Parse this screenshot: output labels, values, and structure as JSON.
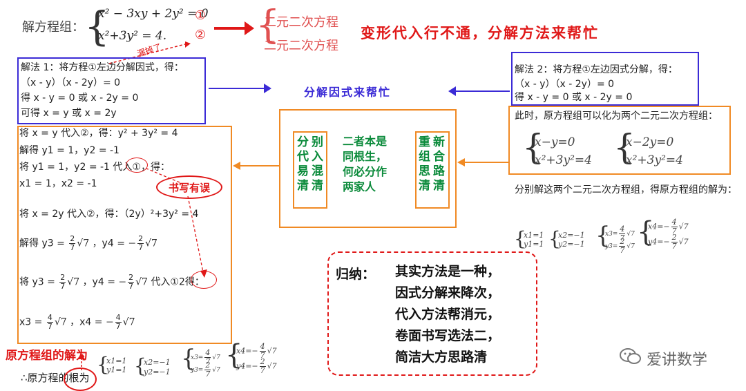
{
  "header": {
    "title": "解方程组：",
    "eq1": "x² − 3xy + 2y² = 0",
    "eq2": "x²+3y² = 4.",
    "marker1": "①",
    "marker2": "②",
    "type1": "二元二次方程",
    "type2": "二元二次方程",
    "slogan": "变形代入行不通，分解方法来帮忙",
    "slanted_note": "漏掉了"
  },
  "center": {
    "title": "分解因式来帮忙",
    "left_col1": [
      "分",
      "代",
      "易",
      "清"
    ],
    "left_col2": [
      "别",
      "入",
      "混",
      "清"
    ],
    "middle_text": [
      "二者本是",
      "同根生，",
      "何必分作",
      "两家人"
    ],
    "right_col1": [
      "重",
      "组",
      "思",
      "清"
    ],
    "right_col2": [
      "新",
      "合",
      "路",
      "清"
    ]
  },
  "method1": {
    "lines": [
      "解法 1：将方程①左边分解因式，得：",
      "（x - y）（x - 2y）= 0",
      "得 x - y = 0 或 x - 2y = 0",
      "可得 x = y 或 x = 2y"
    ]
  },
  "method2": {
    "lines": [
      "解法 2：将方程①左边因式分解，得：",
      "（x - y）（x - 2y）= 0",
      "得 x - y = 0 或 x - 2y = 0"
    ],
    "intro": "此时，原方程组可以化为两个二元二次方程组：",
    "sys1a": "x−y=0",
    "sys1b": "x²+3y²=4",
    "sys2a": "x−2y=0",
    "sys2b": "x²+3y²=4",
    "solve_note": "分别解这两个二元二次方程组，得原方程组的解为："
  },
  "solution": {
    "l1": "将 x = y 代入②，得：y² + 3y² = 4",
    "l2": "解得 y1 = 1，y2 = -1",
    "l3": "将 y1 = 1，y2 = -1 代入①，得：",
    "l4": "x1 = 1，x2 = -1",
    "l5": "将 x = 2y 代入②，得：（2y）²+3y² = 4",
    "l6a": "解得 y3 =",
    "l6b": "，y4 =",
    "l7a": "将 y3 =",
    "l7b": "，y4 =",
    "l7c": "代入①2得：",
    "l8a": "x3 =",
    "l8b": "，x4 =",
    "error_label": "书写有误"
  },
  "answers": {
    "a1": "x1=1",
    "a2": "y1=1",
    "a3": "x2=−1",
    "a4": "y2=−1",
    "a5": "x3=",
    "a6": "y3=",
    "a7": "x4=−",
    "a8": "y4=−"
  },
  "footer": {
    "red_title": "原方程组的解为",
    "root_line": "∴原方程的根为",
    "summary_label": "归纳：",
    "summary_lines": [
      "其实方法是一种，",
      "因式分解来降次，",
      "代入方法帮消元，",
      "卷面书写选法二，",
      "简洁大方思路清"
    ],
    "watermark": "爱讲数学"
  },
  "fractions": {
    "two7": "2",
    "four7": "4",
    "den": "7",
    "sqrt7": "√7"
  }
}
